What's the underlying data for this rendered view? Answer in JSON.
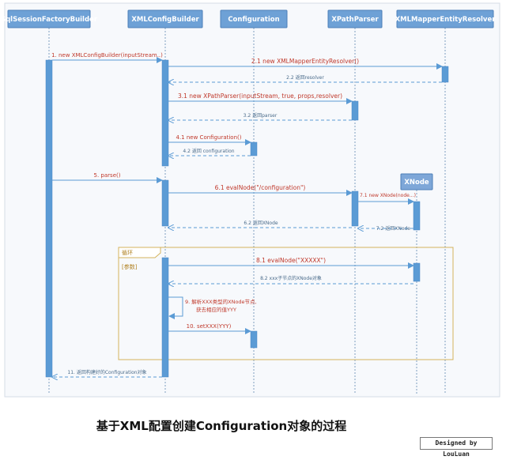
{
  "participants": [
    {
      "id": "ssfb",
      "label": "SqlSessionFactoryBuilder"
    },
    {
      "id": "xcb",
      "label": "XMLConfigBuilder"
    },
    {
      "id": "cfg",
      "label": "Configuration"
    },
    {
      "id": "xpp",
      "label": "XPathParser"
    },
    {
      "id": "xmer",
      "label": "XMLMapperEntityResolver"
    },
    {
      "id": "xnode",
      "label": "XNode"
    }
  ],
  "messages": [
    {
      "id": "m1",
      "text": "1. new XMLConfigBuilder(inputStream..)",
      "from": "ssfb",
      "to": "xcb",
      "type": "call"
    },
    {
      "id": "m21",
      "text": "2.1 new XMLMapperEntityResolver()",
      "from": "xcb",
      "to": "xmer",
      "type": "call"
    },
    {
      "id": "m22",
      "text": "2.2 返回resolver",
      "from": "xmer",
      "to": "xcb",
      "type": "return"
    },
    {
      "id": "m31",
      "text": "3.1 new XPathParser(inputStream, true, props,resolver)",
      "from": "xcb",
      "to": "xpp",
      "type": "call"
    },
    {
      "id": "m32",
      "text": "3.2 返回parser",
      "from": "xpp",
      "to": "xcb",
      "type": "return"
    },
    {
      "id": "m41",
      "text": "4.1 new Configuration()",
      "from": "xcb",
      "to": "cfg",
      "type": "call"
    },
    {
      "id": "m42",
      "text": "4.2 返回 configuration",
      "from": "cfg",
      "to": "xcb",
      "type": "return"
    },
    {
      "id": "m5",
      "text": "5. parse()",
      "from": "ssfb",
      "to": "xcb",
      "type": "call"
    },
    {
      "id": "m61",
      "text": "6.1 evalNode(\"/configuration\")",
      "from": "xcb",
      "to": "xpp",
      "type": "call"
    },
    {
      "id": "m71",
      "text": "7.1 new XNode(node...)",
      "from": "xpp",
      "to": "xnode",
      "type": "call"
    },
    {
      "id": "m72",
      "text": "7.2 返回XNode",
      "from": "xnode",
      "to": "xpp",
      "type": "return"
    },
    {
      "id": "m62",
      "text": "6.2 返回XNode",
      "from": "xpp",
      "to": "xcb",
      "type": "return"
    },
    {
      "id": "m81",
      "text": "8.1 evalNode(\"XXXXX\")",
      "from": "xcb",
      "to": "xnode",
      "type": "call"
    },
    {
      "id": "m82",
      "text": "8.2 xxx子节点的XNode对象",
      "from": "xnode",
      "to": "xcb",
      "type": "return"
    },
    {
      "id": "m9a",
      "text": "9. 解析XXX类型的XNode节点,",
      "from": "xcb",
      "to": "xcb",
      "type": "self"
    },
    {
      "id": "m9b",
      "text": "获去相应的值YYY",
      "from": "xcb",
      "to": "xcb",
      "type": "self"
    },
    {
      "id": "m10",
      "text": "10. setXXX(YYY)",
      "from": "xcb",
      "to": "cfg",
      "type": "call"
    },
    {
      "id": "m11",
      "text": "11. 返回构建好的Configuration对象",
      "from": "xcb",
      "to": "ssfb",
      "type": "return"
    }
  ],
  "loop": {
    "label": "循环",
    "guard": "[参数]"
  },
  "colors": {
    "bar": "#5b9bd5",
    "lifeline": "#7f9fbf",
    "call_text": "#c0392b",
    "return_text": "#4a6b8a",
    "loop_border": "#d4b35c"
  },
  "caption": "基于XML配置创建Configuration对象的过程",
  "credit": "Designed by LouLuan"
}
